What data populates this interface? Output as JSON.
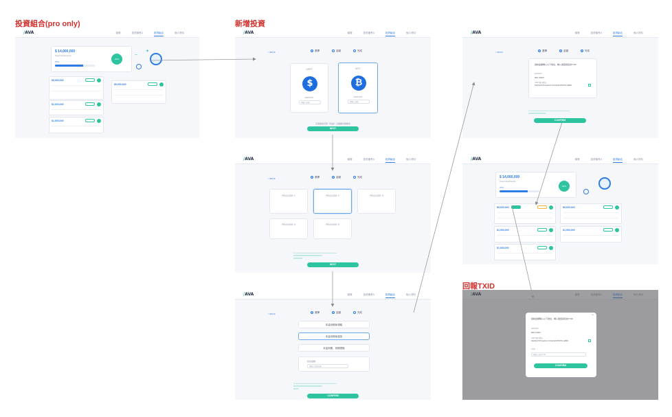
{
  "titles": {
    "portfolio": "投資組合(pro only)",
    "new_investment": "新增投資",
    "return_txid": "回報TXID"
  },
  "nav": {
    "logo": "AVA",
    "items": [
      "總覽",
      "投資機會A",
      "投資組合",
      "個人資料"
    ]
  },
  "portfolio": {
    "total": "$ 14,000,000",
    "total_label": "Total Investments",
    "progress_label": "70%",
    "progress_fraction": 0.7,
    "pct_badge": "20%"
  },
  "new_invest": {
    "back": "< BACK",
    "steps": [
      "選擇",
      "金額",
      "完成"
    ],
    "coins": [
      {
        "name": "USDT",
        "symbol": "$",
        "amount_label": "AMOUNT",
        "input_placeholder": "請輸入金額"
      },
      {
        "name": "BTC",
        "symbol": "₿",
        "amount_label": "AMOUNT",
        "input_placeholder": "請輸入金額"
      }
    ],
    "agree_text": "已閱讀並同意《協議》之相關內容條款",
    "next": "NEXT"
  },
  "packages": {
    "items": [
      "PACKAGE 1",
      "PACKAGE 2",
      "PACKAGE 3",
      "PACKAGE 4",
      "PACKAGE 5"
    ],
    "next": "NEXT"
  },
  "confirm_step": {
    "options": [
      "本金到期後領取",
      "本金到期後複投",
      "本金到期，到期提取"
    ],
    "amount_label": "投資金額",
    "amount_placeholder": "請輸入投資金額",
    "confirm": "CONFIRM"
  },
  "deposit": {
    "heading": "請將金額轉入以下地址，轉入後回報您的TXID",
    "amount_label": "AMOUNT",
    "amount_value": "500 USDT",
    "address_label": "USDT錢包地址",
    "address_value": "1NaHuyTrzHmcabrxm.CrAxsVqKVWhTrb.ca89ht",
    "confirm": "CONFIRM"
  },
  "txid_modal": {
    "heading": "請將金額轉入以下地址，轉入後回報您的TXID",
    "amount_label": "AMOUNT",
    "amount_value": "500 USDT",
    "address_label": "USDT錢包地址",
    "address_value": "1NaHuyTrzHmcabrxm.CrAxsVqKVWhTrb.ca89ht",
    "txid_label": "TXID",
    "txid_placeholder": "請輸入您的TXID",
    "confirm": "CONFIRM",
    "close": "×"
  },
  "investments": [
    {
      "amount": "$5,000,000"
    },
    {
      "amount": "$5,000,000"
    },
    {
      "amount": "$1,000,000"
    },
    {
      "amount": "$1,000,000"
    },
    {
      "amount": "$1,000,000"
    }
  ]
}
